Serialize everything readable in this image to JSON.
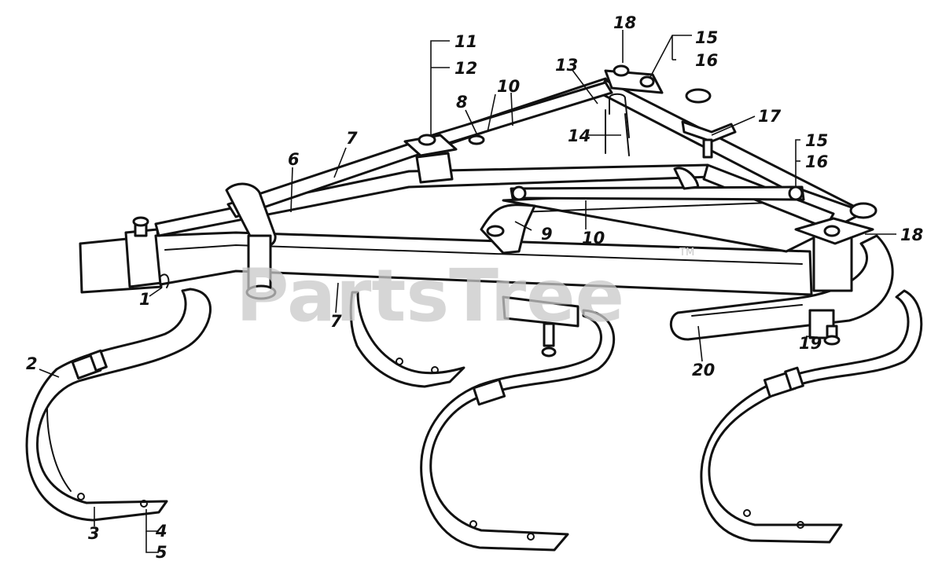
{
  "diagram": {
    "watermark": "PartsTree",
    "trademark": "TM",
    "callouts": {
      "n1": "1",
      "n2": "2",
      "n3": "3",
      "n4": "4",
      "n5": "5",
      "n6": "6",
      "n7a": "7",
      "n7b": "7",
      "n8": "8",
      "n9": "9",
      "n10a": "10",
      "n10b": "10",
      "n11": "11",
      "n12": "12",
      "n13": "13",
      "n14": "14",
      "n15a": "15",
      "n16a": "16",
      "n15b": "15",
      "n16b": "16",
      "n17": "17",
      "n18a": "18",
      "n18b": "18",
      "n19": "19",
      "n20": "20"
    }
  }
}
